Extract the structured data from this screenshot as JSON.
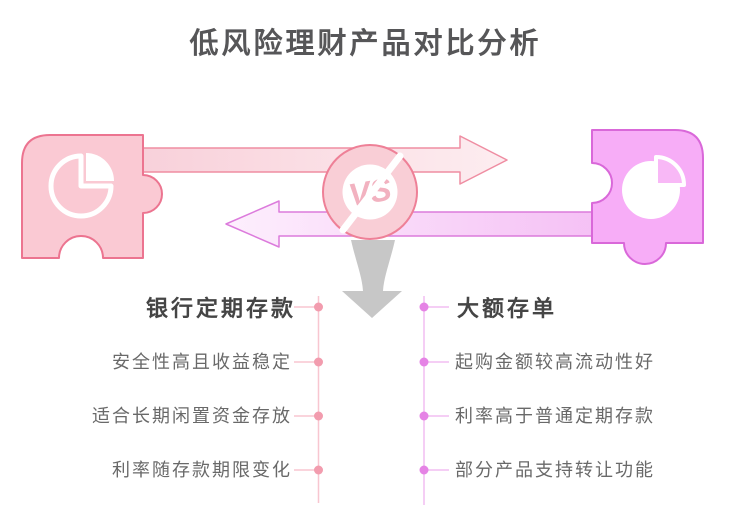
{
  "title": "低风险理财产品对比分析",
  "vs_badge": {
    "label": "VS"
  },
  "columns": {
    "left": {
      "heading": "银行定期存款",
      "items": [
        "安全性高且收益稳定",
        "适合长期闲置资金存放",
        "利率随存款期限变化"
      ],
      "icon": "pie-chart-icon",
      "theme_color": "#ec7490",
      "fill_color": "#fac9d3",
      "dot_color": "#f29cae"
    },
    "right": {
      "heading": "大额存单",
      "items": [
        "起购金额较高流动性好",
        "利率高于普通定期存款",
        "部分产品支持转让功能"
      ],
      "icon": "pie-chart-icon",
      "theme_color": "#d968d9",
      "fill_color": "#f7adf7",
      "dot_color": "#e583e5"
    }
  },
  "colors": {
    "title_text": "#565658",
    "heading_text": "#454545",
    "item_text": "#696969",
    "down_arrow": "#c7c7c7",
    "background": "#ffffff"
  }
}
